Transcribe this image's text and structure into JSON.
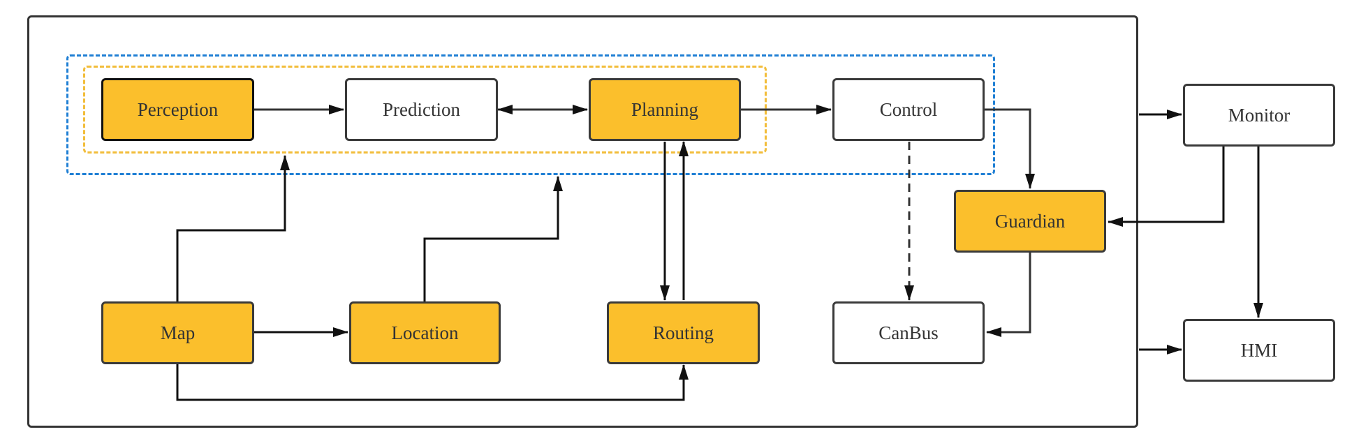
{
  "colors": {
    "highlight": "#fbbf2c",
    "plain": "#ffffff",
    "edge": "#333333",
    "outer_dash": "#1f7fd4",
    "inner_dash": "#f2bd3a"
  },
  "nodes": {
    "perception": "Perception",
    "prediction": "Prediction",
    "planning": "Planning",
    "control": "Control",
    "guardian": "Guardian",
    "map": "Map",
    "location": "Location",
    "routing": "Routing",
    "canbus": "CanBus",
    "monitor": "Monitor",
    "hmi": "HMI"
  }
}
